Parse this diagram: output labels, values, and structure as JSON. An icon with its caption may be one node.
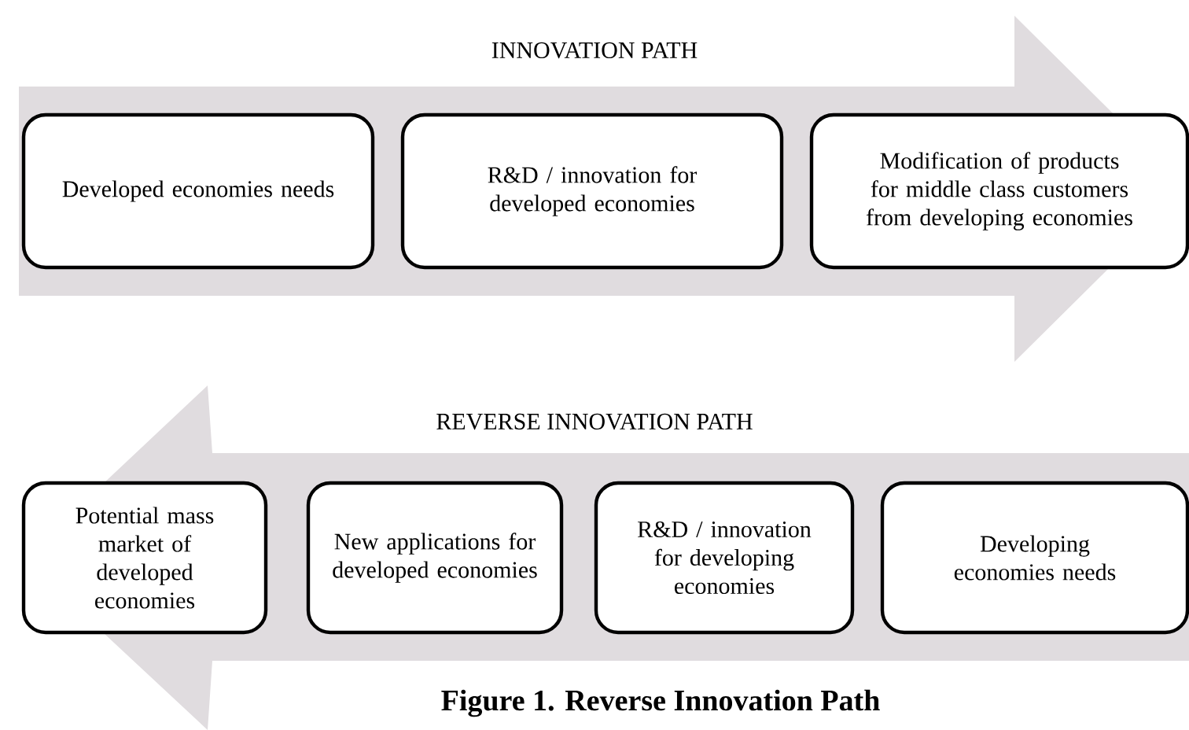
{
  "diagram": {
    "caption": "Figure 1. Reverse Innovation Path",
    "nodes": [
      {
        "text": [
          "INNOVATION PATH"
        ]
      },
      {
        "text": [
          "Developed economies needs"
        ],
        "in": 0
      },
      {
        "text": [
          "R&D / innovation for developed economies"
        ],
        "in": 0
      },
      {
        "text": [
          "Modification of products for middle class customers from developing economies"
        ],
        "in": 0
      },
      {
        "text": [
          "REVERSE INNOVATION PATH"
        ]
      },
      {
        "text": [
          "Potential mass market of developed economies"
        ],
        "in": 4
      },
      {
        "text": [
          "New applications for developed economies"
        ],
        "in": 4
      },
      {
        "text": [
          "R&D / innovation for developing economies"
        ],
        "in": 4
      },
      {
        "text": [
          "Developing economies needs"
        ],
        "in": 4
      }
    ]
  }
}
